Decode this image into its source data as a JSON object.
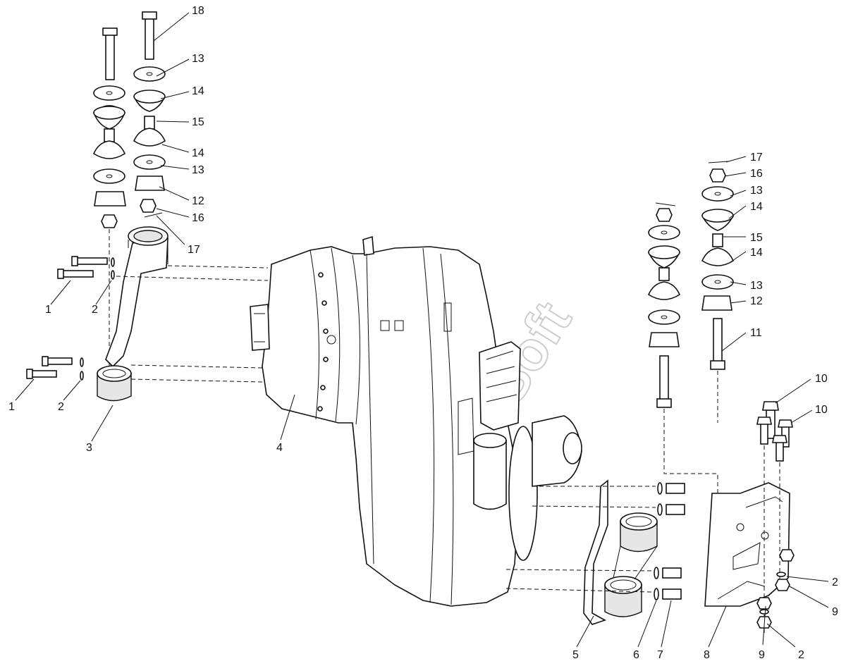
{
  "watermark": "AutoSoft",
  "callouts": {
    "left_mount": [
      "18",
      "13",
      "14",
      "15",
      "14",
      "13",
      "12",
      "16",
      "17",
      "1",
      "2",
      "1",
      "2",
      "3"
    ],
    "housing": "4",
    "right_mount": [
      "17",
      "16",
      "13",
      "14",
      "15",
      "14",
      "13",
      "12",
      "11"
    ],
    "right_bracket": [
      "10",
      "10",
      "2",
      "9",
      "2",
      "9",
      "8"
    ],
    "lower_bracket": [
      "5",
      "6",
      "7"
    ]
  }
}
